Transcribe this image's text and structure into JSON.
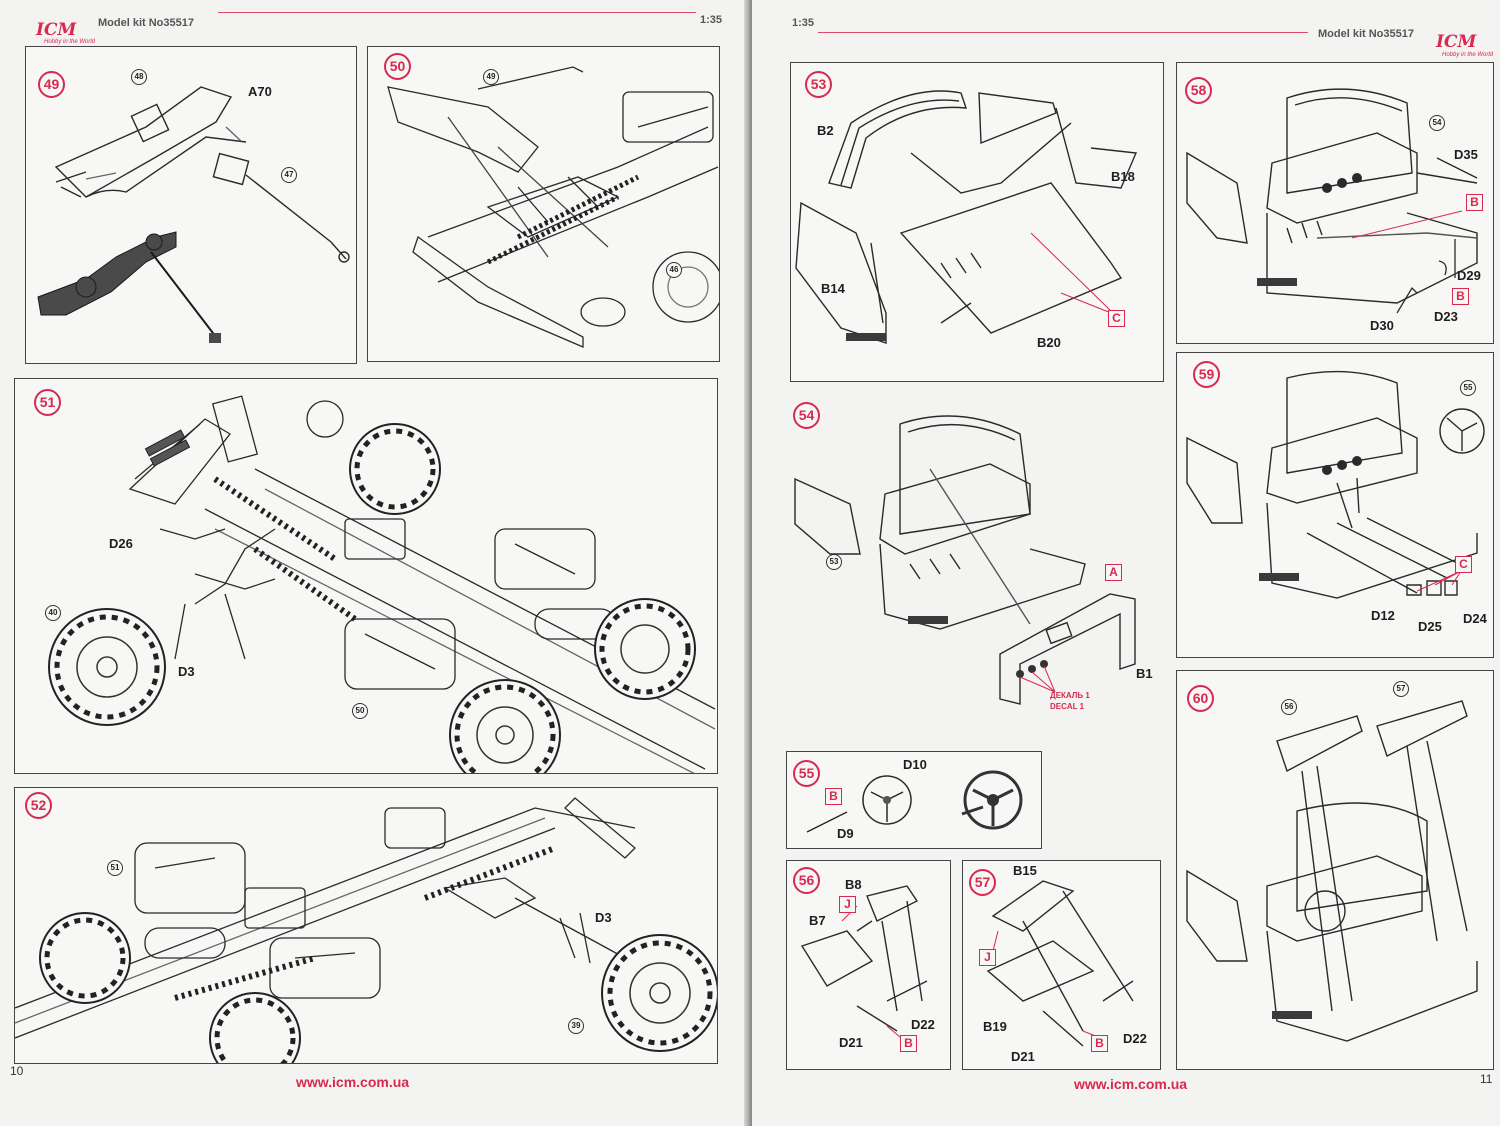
{
  "header": {
    "model_kit": "Model kit No35517",
    "scale": "1:35",
    "logo": "ICM",
    "tagline": "Hobby in the World"
  },
  "footer": {
    "url": "www.icm.com.ua",
    "left_page_number": "10",
    "right_page_number": "11"
  },
  "steps": {
    "s49": {
      "number": "49",
      "refs": [
        "48",
        "47"
      ],
      "parts": [
        "A70"
      ]
    },
    "s50": {
      "number": "50",
      "refs": [
        "49",
        "46"
      ]
    },
    "s51": {
      "number": "51",
      "refs": [
        "40",
        "50"
      ],
      "parts": [
        "D26",
        "D3"
      ]
    },
    "s52": {
      "number": "52",
      "refs": [
        "51",
        "39"
      ],
      "parts": [
        "D3"
      ]
    },
    "s53": {
      "number": "53",
      "parts": [
        "B2",
        "B18",
        "B14",
        "B20"
      ],
      "sprues": [
        "C"
      ]
    },
    "s54": {
      "number": "54",
      "refs": [
        "53"
      ],
      "parts": [
        "B1"
      ],
      "sprues": [
        "A"
      ],
      "decal": [
        "ДЕКАЛЬ 1",
        "DECAL 1"
      ]
    },
    "s55": {
      "number": "55",
      "parts": [
        "D10",
        "D9"
      ],
      "sprues": [
        "B"
      ]
    },
    "s56": {
      "number": "56",
      "parts": [
        "B8",
        "B7",
        "D22",
        "D21"
      ],
      "sprues": [
        "J",
        "B"
      ]
    },
    "s57": {
      "number": "57",
      "parts": [
        "B15",
        "B19",
        "D22",
        "D21"
      ],
      "sprues": [
        "J",
        "B"
      ]
    },
    "s58": {
      "number": "58",
      "refs": [
        "54"
      ],
      "parts": [
        "D35",
        "D29",
        "D30",
        "D23"
      ],
      "sprues": [
        "B",
        "B"
      ]
    },
    "s59": {
      "number": "59",
      "refs": [
        "55"
      ],
      "parts": [
        "D12",
        "D25",
        "D24"
      ],
      "sprues": [
        "C"
      ]
    },
    "s60": {
      "number": "60",
      "refs": [
        "56",
        "57"
      ]
    }
  }
}
